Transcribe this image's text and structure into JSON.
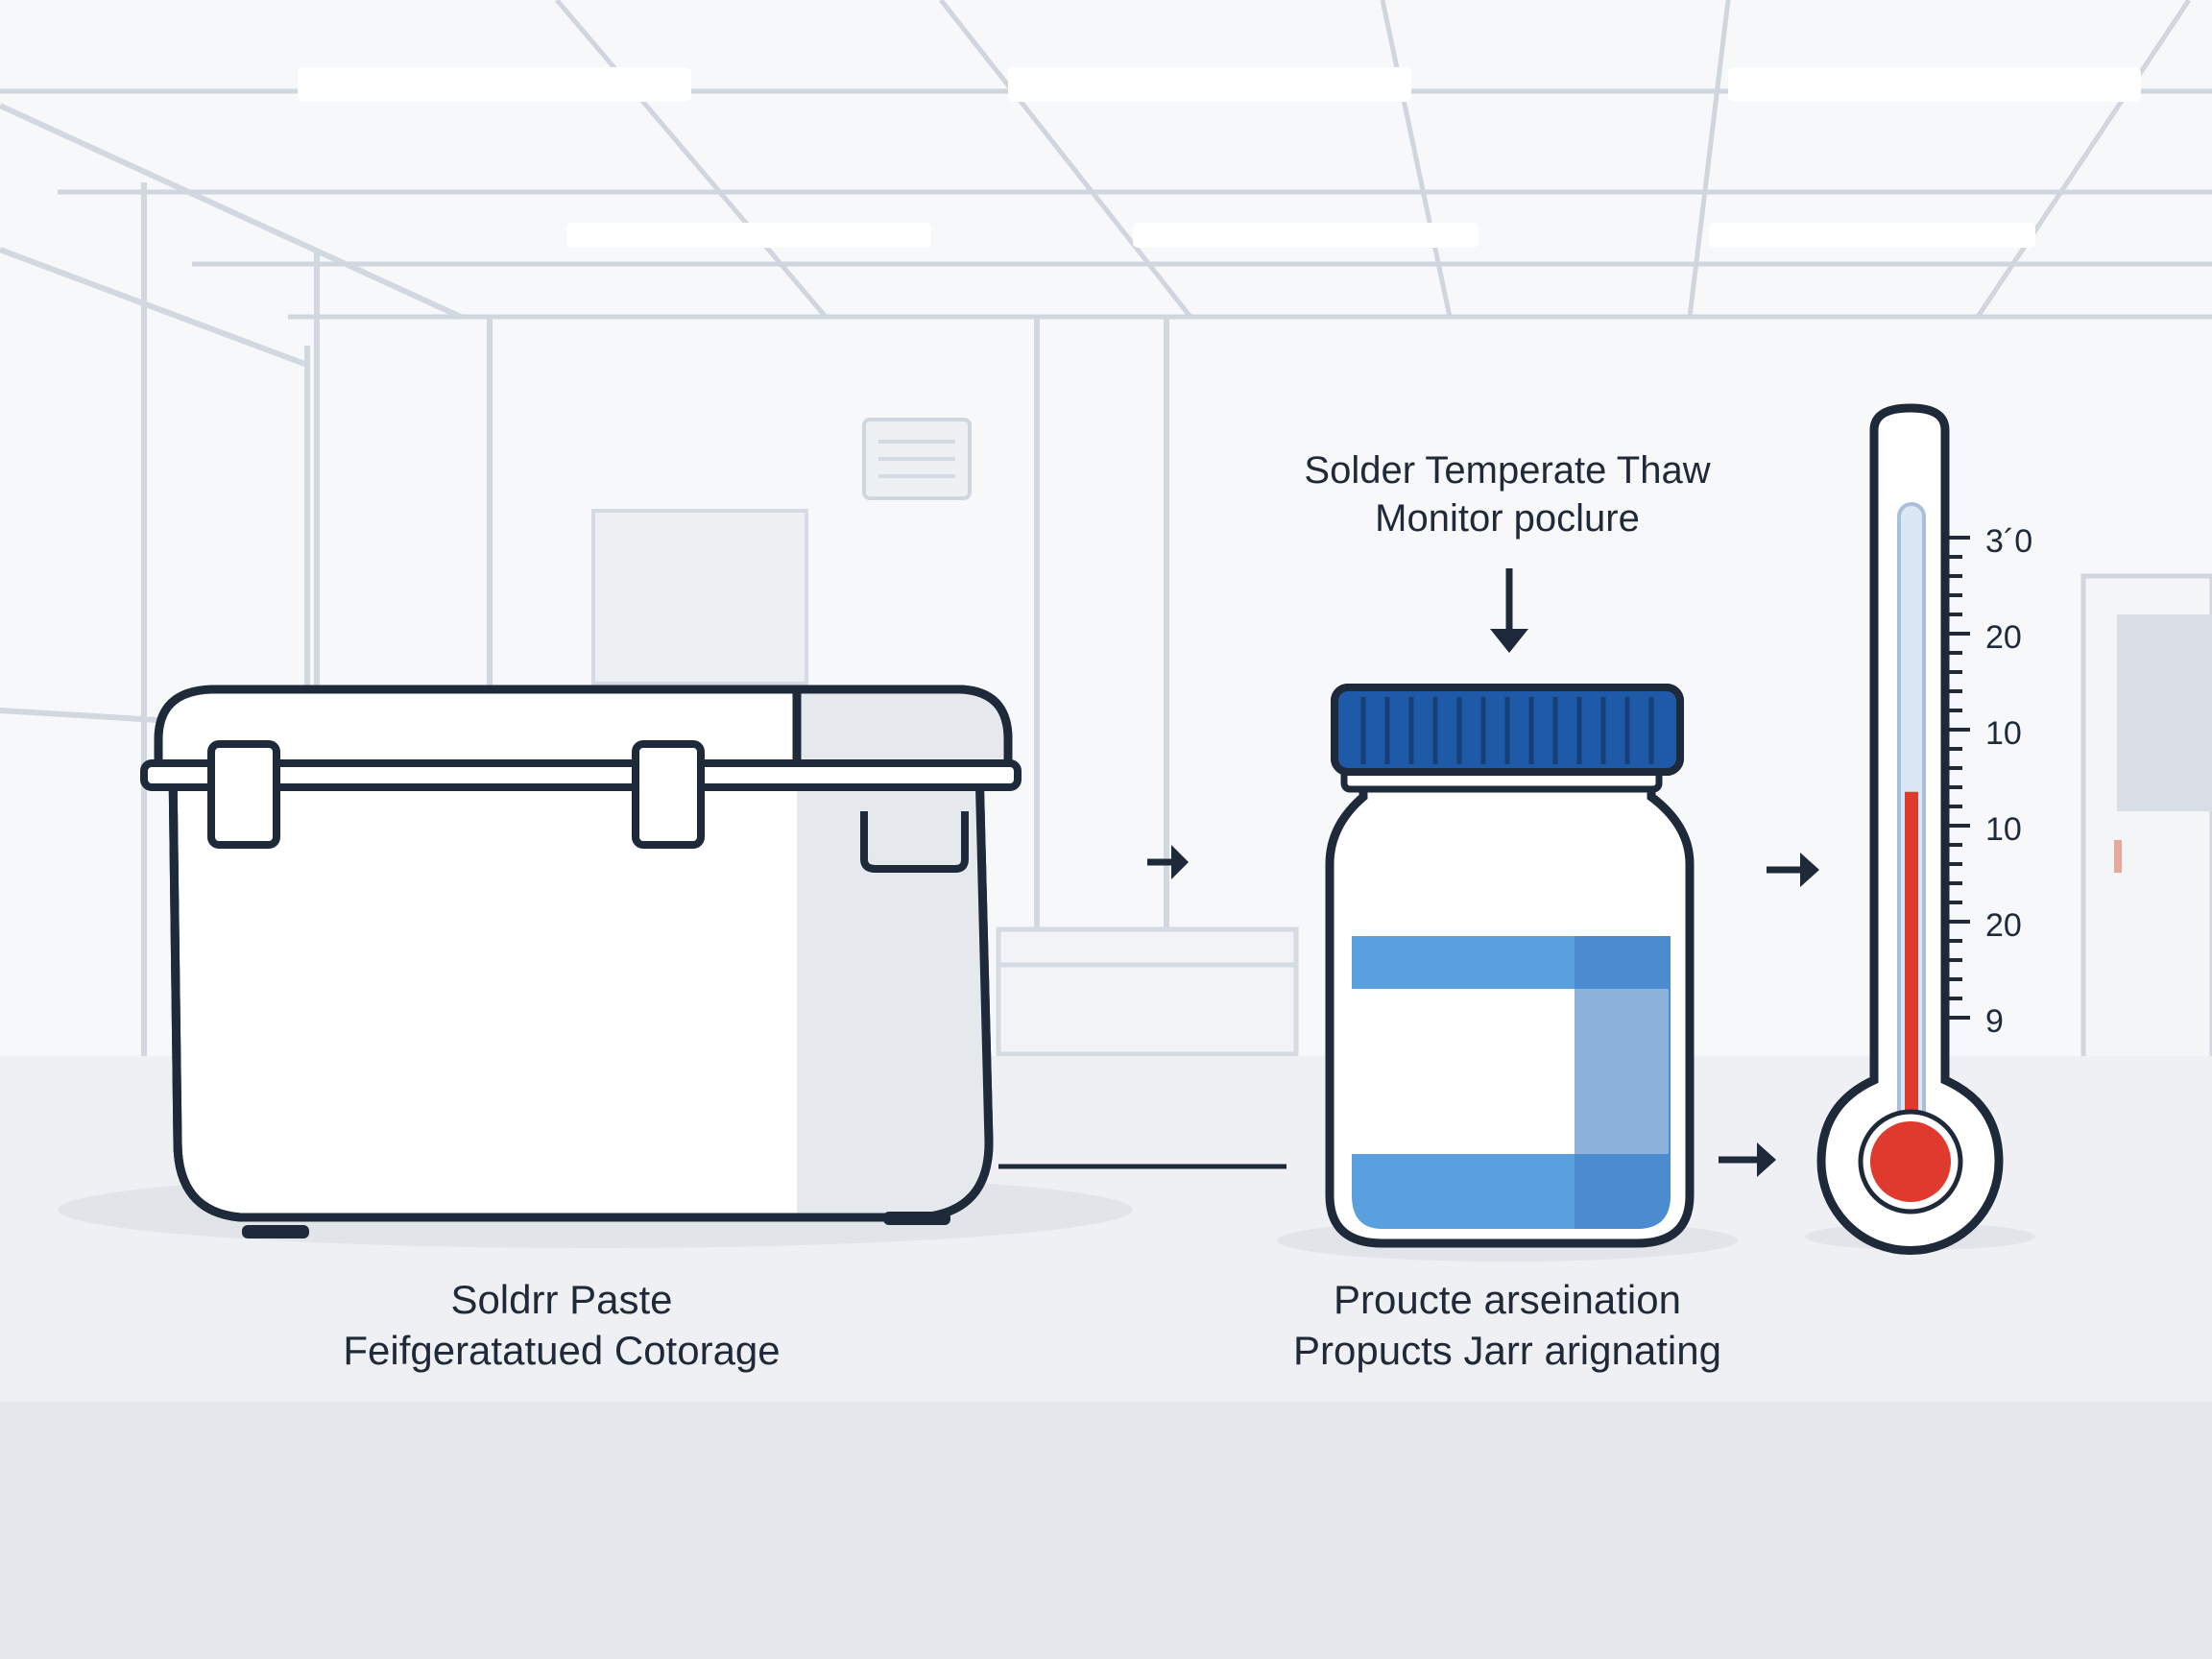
{
  "labels": {
    "cooler": {
      "line1": "Soldrr Paste",
      "line2": "Feifgeratatued Cotorage"
    },
    "monitor": {
      "line1": "Solder Temperate Thaw",
      "line2": "Monitor poclure"
    },
    "jar": {
      "line1": "Proucte arseination",
      "line2": "Propucts Jarr arignating"
    }
  },
  "thermometer": {
    "ticks": [
      "3´0",
      "20",
      "10",
      "10",
      "20",
      "9"
    ],
    "level": 0.55,
    "colors": {
      "mercury": "#e03a2e",
      "tube": "#ffffff",
      "outline": "#1e2a3a"
    }
  },
  "jar": {
    "lid_color": "#1e5aa8",
    "fill_color": "#5aa0de"
  },
  "cooler": {
    "body_color": "#ffffff",
    "outline": "#1e2a3a"
  },
  "icons": [
    "cooler-icon",
    "jar-icon",
    "thermometer-icon",
    "arrow-right-icon",
    "arrow-down-icon"
  ]
}
